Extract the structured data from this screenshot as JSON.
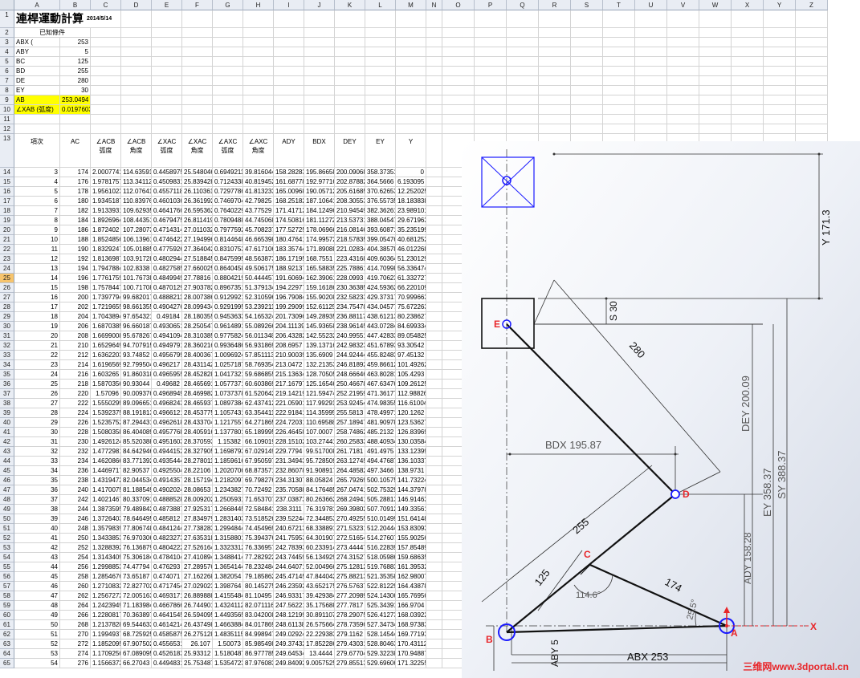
{
  "columns": [
    "A",
    "B",
    "C",
    "D",
    "E",
    "F",
    "G",
    "H",
    "I",
    "J",
    "K",
    "L",
    "M",
    "N",
    "O",
    "P",
    "Q",
    "R",
    "S",
    "T",
    "U",
    "V",
    "W",
    "X",
    "Y",
    "Z"
  ],
  "selected_row": 25,
  "sheet": {
    "title": "連桿運動計算",
    "date": "2014/5/14",
    "known_label": "已知條件",
    "params": [
      {
        "label": "ABX (",
        "value": "253"
      },
      {
        "label": "ABY",
        "value": "5"
      },
      {
        "label": "BC",
        "value": "125"
      },
      {
        "label": "BD",
        "value": "255"
      },
      {
        "label": "DE",
        "value": "280"
      },
      {
        "label": "EY",
        "value": "30"
      },
      {
        "label": "AB",
        "value": "253.0494"
      },
      {
        "label": "∠XAB (弧度)",
        "value": "0.0197603"
      }
    ],
    "headers": [
      [
        "項次"
      ],
      [
        "AC"
      ],
      [
        "∠ACB",
        "弧度"
      ],
      [
        "∠ACB",
        "角度"
      ],
      [
        "∠XAC",
        "弧度"
      ],
      [
        "∠XAC",
        "角度"
      ],
      [
        "∠AXC",
        "弧度"
      ],
      [
        "∠AXC",
        "角度"
      ],
      [
        "ADY"
      ],
      [
        "BDX"
      ],
      [
        "DEY"
      ],
      [
        "EY"
      ],
      [
        "Y"
      ]
    ],
    "rows": [
      [
        "3",
        "174",
        "2.0007741",
        "114.63591",
        "0.4458975",
        "25.548046",
        "0.6949211",
        "39.816044",
        "158.28283",
        "195.86658",
        "200.09068",
        "358.37351",
        "0"
      ],
      [
        "4",
        "176",
        "1.9781757",
        "113.34112",
        "0.4509831",
        "25.839428",
        "0.7124338",
        "40.819452",
        "161.68778",
        "192.97716",
        "202.87882",
        "364.5666",
        "6.193095"
      ],
      [
        "5",
        "178",
        "1.9561023",
        "112.07641",
        "0.4557118",
        "26.110361",
        "0.7297786",
        "41.813233",
        "165.00968",
        "190.05712",
        "205.61685",
        "370.62653",
        "12.252025"
      ],
      [
        "6",
        "180",
        "1.9345187",
        "110.83976",
        "0.4601036",
        "26.361992",
        "0.7469704",
        "42.79825",
        "168.25182",
        "187.10641",
        "208.30553",
        "376.55735",
        "18.183838"
      ],
      [
        "7",
        "182",
        "1.9133931",
        "109.62935",
        "0.4641766",
        "26.595362",
        "0.7640229",
        "43.77529",
        "171.41712",
        "184.12496",
        "210.94549",
        "382.36261",
        "23.989101"
      ],
      [
        "8",
        "184",
        "1.8926964",
        "108.44351",
        "0.4679475",
        "26.811419",
        "0.7809488",
        "44.745068",
        "174.50816",
        "181.11272",
        "213.53731",
        "388.04547",
        "29.671963"
      ],
      [
        "9",
        "186",
        "1.872402",
        "107.28073",
        "0.4714314",
        "27.011032",
        "0.7977592",
        "45.708237",
        "177.52725",
        "178.06966",
        "216.08146",
        "393.60871",
        "35.235199"
      ],
      [
        "10",
        "188",
        "1.8524856",
        "106.13961",
        "0.4746422",
        "27.194996",
        "0.8144648",
        "46.665398",
        "180.47641",
        "174.99572",
        "218.57835",
        "399.05476",
        "40.681252"
      ],
      [
        "11",
        "190",
        "1.8329247",
        "105.01885",
        "0.4775926",
        "27.364042",
        "0.8310753",
        "47.617106",
        "183.35744",
        "171.89088",
        "221.02834",
        "404.38578",
        "46.012268"
      ],
      [
        "12",
        "192",
        "1.8136987",
        "103.91728",
        "0.4802944",
        "27.518845",
        "0.8475995",
        "48.563873",
        "186.17195",
        "168.7551",
        "223.43168",
        "409.60364",
        "51.230129"
      ],
      [
        "13",
        "194",
        "1.7947884",
        "102.8338",
        "0.4827585",
        "27.660025",
        "0.8640458",
        "49.506175",
        "188.92137",
        "165.58835",
        "225.78861",
        "414.70998",
        "56.336474"
      ],
      [
        "14",
        "196",
        "1.7761759",
        "101.76738",
        "0.4849949",
        "27.78816",
        "0.8804219",
        "50.444457",
        "191.60694",
        "162.39061",
        "228.0993",
        "419.70623",
        "61.332727"
      ],
      [
        "15",
        "198",
        "1.7578447",
        "100.71708",
        "0.4870129",
        "27.903782",
        "0.8967351",
        "51.379134",
        "194.22977",
        "159.16186",
        "230.36385",
        "424.59362",
        "66.220109"
      ],
      [
        "16",
        "200",
        "1.7397794",
        "99.682017",
        "0.4888211",
        "28.007386",
        "0.9129921",
        "52.310596",
        "196.79084",
        "155.90208",
        "232.58233",
        "429.37317",
        "70.999663"
      ],
      [
        "17",
        "202",
        "1.7219655",
        "98.661355",
        "0.4904276",
        "28.099434",
        "0.9291995",
        "53.239211",
        "199.29099",
        "152.61125",
        "234.75478",
        "434.04577",
        "75.672263"
      ],
      [
        "18",
        "204",
        "1.7043894",
        "97.654321",
        "0.49184",
        "28.180355",
        "0.9453633",
        "54.165324",
        "201.73096",
        "149.28935",
        "236.88117",
        "438.61213",
        "80.238627"
      ],
      [
        "19",
        "206",
        "1.6870385",
        "96.660187",
        "0.4930651",
        "28.250547",
        "0.9614891",
        "55.089266",
        "204.11139",
        "145.93658",
        "238.96145",
        "443.07284",
        "84.699334"
      ],
      [
        "20",
        "208",
        "1.6699008",
        "95.678267",
        "0.4941094",
        "28.310385",
        "0.9775824",
        "56.011348",
        "206.43282",
        "142.55232",
        "240.99551",
        "447.42833",
        "89.054825"
      ],
      [
        "21",
        "210",
        "1.6529649",
        "94.707915",
        "0.4949791",
        "28.360216",
        "0.9936486",
        "56.931869",
        "208.6957",
        "139.13716",
        "242.98323",
        "451.67893",
        "93.30542"
      ],
      [
        "22",
        "212",
        "1.6362203",
        "93.74852",
        "0.4956799",
        "28.400367",
        "1.0096924",
        "57.851113",
        "210.90039",
        "135.6909",
        "244.92444",
        "455.82483",
        "97.45132"
      ],
      [
        "23",
        "214",
        "1.6196569",
        "92.799504",
        "0.496217",
        "28.431142",
        "1.0257187",
        "58.769354",
        "213.0472",
        "132.21353",
        "246.81892",
        "459.86612",
        "101.49262"
      ],
      [
        "24",
        "216",
        "1.603265",
        "91.860318",
        "0.4965955",
        "28.452828",
        "1.0417321",
        "59.686855",
        "215.13634",
        "128.70505",
        "248.66646",
        "463.80281",
        "105.4293"
      ],
      [
        "25",
        "218",
        "1.5870356",
        "90.93044",
        "0.49682",
        "28.465691",
        "1.0577371",
        "60.603869",
        "217.16797",
        "125.16546",
        "250.46678",
        "467.63476",
        "109.26125"
      ],
      [
        "26",
        "220",
        "1.57096",
        "90.009376",
        "0.4968949",
        "28.469982",
        "1.0737378",
        "61.520642",
        "219.14219",
        "121.59474",
        "252.21959",
        "471.36177",
        "112.98826"
      ],
      [
        "27",
        "222",
        "1.5550299",
        "89.096651",
        "0.4968243",
        "28.465937",
        "1.0897384",
        "62.437412",
        "221.05901",
        "117.99291",
        "253.92454",
        "474.98355",
        "116.61004"
      ],
      [
        "28",
        "224",
        "1.5392375",
        "88.191813",
        "0.4966121",
        "28.453775",
        "1.1057431",
        "63.354411",
        "222.91841",
        "114.35995",
        "255.5813",
        "478.49971",
        "120.1262"
      ],
      [
        "29",
        "226",
        "1.5235752",
        "87.294431",
        "0.4962618",
        "28.433704",
        "1.1217557",
        "64.271865",
        "224.72031",
        "110.69588",
        "257.18947",
        "481.90978",
        "123.53627"
      ],
      [
        "30",
        "228",
        "1.5080358",
        "86.404089",
        "0.4957768",
        "28.405916",
        "1.1377801",
        "65.189995",
        "226.46458",
        "107.0007",
        "258.74862",
        "485.2132",
        "126.83969"
      ],
      [
        "31",
        "230",
        "1.4926124",
        "85.520388",
        "0.4951603",
        "28.370593",
        "1.15382",
        "66.109019",
        "228.15102",
        "103.27441",
        "260.25833",
        "488.40934",
        "130.03584"
      ],
      [
        "32",
        "232",
        "1.4772981",
        "84.642946",
        "0.4944152",
        "28.327905",
        "1.1698793",
        "67.029149",
        "229.7794",
        "99.517008",
        "261.7181",
        "491.4975",
        "133.12399"
      ],
      [
        "33",
        "234",
        "1.4620866",
        "83.771392",
        "0.4935444",
        "28.278011",
        "1.1859616",
        "67.950597",
        "231.34943",
        "95.728509",
        "263.12745",
        "494.47687",
        "136.10337"
      ],
      [
        "34",
        "236",
        "1.4469717",
        "82.90537",
        "0.4925504",
        "28.22106",
        "1.2020706",
        "68.873571",
        "232.86078",
        "91.908917",
        "264.48582",
        "497.3466",
        "138.9731"
      ],
      [
        "35",
        "238",
        "1.4319472",
        "82.044534",
        "0.4914357",
        "28.157194",
        "1.2182097",
        "69.798276",
        "234.31307",
        "88.05824",
        "265.79269",
        "500.10575",
        "141.73224"
      ],
      [
        "36",
        "240",
        "1.4170075",
        "81.188549",
        "0.4902024",
        "28.08653",
        "1.2343827",
        "70.72492",
        "235.70588",
        "84.176485",
        "267.04741",
        "502.75329",
        "144.37978"
      ],
      [
        "37",
        "242",
        "1.4021467",
        "80.337091",
        "0.4888528",
        "28.009202",
        "1.2505931",
        "71.653707",
        "237.03873",
        "80.263662",
        "268.24941",
        "505.28813",
        "146.91463"
      ],
      [
        "38",
        "244",
        "1.3873595",
        "79.489842",
        "0.4873887",
        "27.925317",
        "1.2668445",
        "72.584841",
        "238.3111",
        "76.319781",
        "269.39802",
        "507.70912",
        "149.33561"
      ],
      [
        "39",
        "246",
        "1.3726403",
        "78.646495",
        "0.485812",
        "27.834979",
        "1.2831403",
        "73.518526",
        "239.52244",
        "72.344853",
        "270.49255",
        "510.01499",
        "151.64148"
      ],
      [
        "40",
        "248",
        "1.3579839",
        "77.806748",
        "0.4841244",
        "27.738283",
        "1.2994844",
        "74.454969",
        "240.67213",
        "68.338891",
        "271.53231",
        "512.20444",
        "153.83093"
      ],
      [
        "41",
        "250",
        "1.3433853",
        "76.970306",
        "0.4823273",
        "27.635318",
        "1.3158801",
        "75.394376",
        "241.75953",
        "64.301907",
        "272.51654",
        "514.27607",
        "155.90256"
      ],
      [
        "42",
        "252",
        "1.3288392",
        "76.136879",
        "0.4804222",
        "27.526164",
        "1.3323312",
        "76.336957",
        "242.78393",
        "60.233914",
        "273.44447",
        "516.22839",
        "157.85489"
      ],
      [
        "43",
        "254",
        "1.3143409",
        "75.306184",
        "0.4784104",
        "27.410894",
        "1.3488414",
        "77.282922",
        "243.74459",
        "56.134929",
        "274.31527",
        "518.05986",
        "159.68635"
      ],
      [
        "44",
        "256",
        "1.2998853",
        "74.47794",
        "0.476293",
        "27.289576",
        "1.3654144",
        "78.232484",
        "244.64071",
        "52.004966",
        "275.12812",
        "519.76883",
        "161.39532"
      ],
      [
        "45",
        "258",
        "1.2854676",
        "73.65187",
        "0.474071",
        "27.162268",
        "1.382054",
        "79.185862",
        "245.47145",
        "47.844042",
        "275.88213",
        "521.35358",
        "162.98007"
      ],
      [
        "46",
        "260",
        "1.2710832",
        "72.827702",
        "0.4717454",
        "27.029023",
        "1.398764",
        "80.145275",
        "246.23592",
        "43.652175",
        "276.57637",
        "522.81229",
        "164.43878"
      ],
      [
        "47",
        "262",
        "1.2567272",
        "72.005163",
        "0.4693171",
        "26.889888",
        "1.4155484",
        "81.10495",
        "246.93317",
        "39.429384",
        "277.20989",
        "524.14306",
        "165.76956"
      ],
      [
        "48",
        "264",
        "1.2423949",
        "71.183984",
        "0.4667866",
        "26.744901",
        "1.4324112",
        "82.071116",
        "247.56221",
        "35.175688",
        "277.7817",
        "525.34391",
        "166.9704"
      ],
      [
        "49",
        "266",
        "1.2280817",
        "70.363897",
        "0.4641545",
        "26.594095",
        "1.4493565",
        "83.042008",
        "248.12199",
        "30.891107",
        "278.29075",
        "526.41273",
        "168.03922"
      ],
      [
        "50",
        "268",
        "1.2137828",
        "69.544633",
        "0.4614214",
        "26.437498",
        "1.4663884",
        "84.017869",
        "248.61138",
        "26.575664",
        "278.73596",
        "527.34734",
        "168.97383"
      ],
      [
        "51",
        "270",
        "1.1994937",
        "68.725925",
        "0.4585875",
        "26.275128",
        "1.4835115",
        "84.998947",
        "249.02924",
        "22.229383",
        "279.1162",
        "528.14544",
        "169.77193"
      ],
      [
        "52",
        "272",
        "1.1852095",
        "67.907502",
        "0.4556531",
        "26.107",
        "1.50073",
        "85.985498",
        "249.37432",
        "17.852286",
        "279.43031",
        "528.80463",
        "170.43112"
      ],
      [
        "53",
        "274",
        "1.1709256",
        "67.089095",
        "0.4526183",
        "25.93312",
        "1.5180487",
        "86.977785",
        "249.64534",
        "13.4444",
        "279.67704",
        "529.32238",
        "170.94887"
      ],
      [
        "54",
        "276",
        "1.1566372",
        "66.27043",
        "0.4494831",
        "25.753487",
        "1.5354723",
        "87.976083",
        "249.84092",
        "9.0057525",
        "279.85513",
        "529.69606",
        "171.32255"
      ]
    ]
  },
  "cad": {
    "labels": {
      "A": "A",
      "B": "B",
      "C": "C",
      "D": "D",
      "E": "E",
      "X": "X"
    },
    "dims": {
      "y": "Y 171.3",
      "s30": "S 30",
      "de": "280",
      "dey": "DEY 200.09",
      "ey": "EY 358.37",
      "sy": "SY 388.37",
      "bdx": "BDX 195.87",
      "bd": "255",
      "bc": "125",
      "ac": "174",
      "angle1": "114.6°",
      "angle2": "25.5°",
      "ady": "ADY 158.28",
      "aby": "ABY 5",
      "abx": "ABX 253"
    },
    "watermark": "三维网www.3dportal.cn",
    "colors": {
      "blue": "#1a1aff",
      "red": "#e8262a"
    }
  }
}
